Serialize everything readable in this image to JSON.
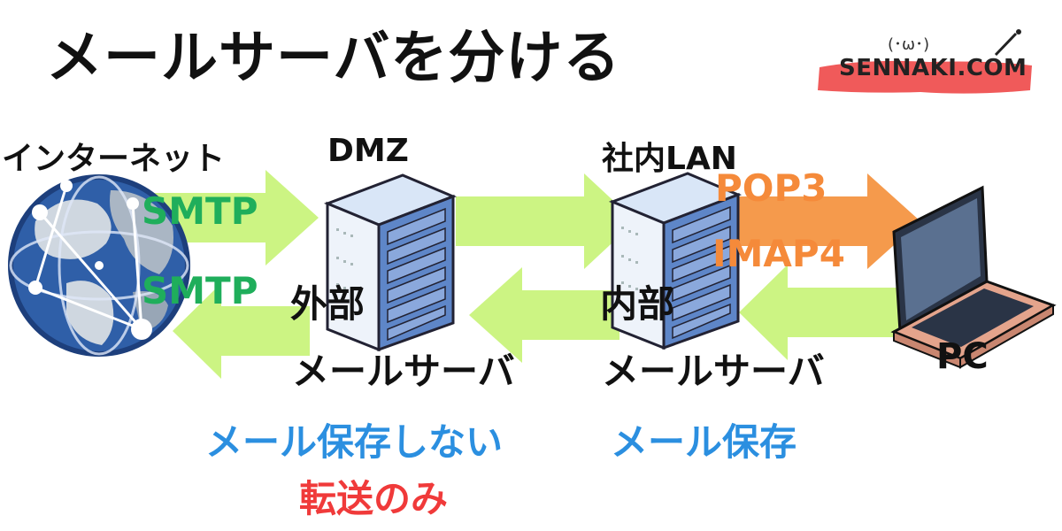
{
  "title": "メールサーバを分ける",
  "logo": {
    "text": "SENNAKI.COM",
    "face": "(･ω･)"
  },
  "zones": {
    "internet": "インターネット",
    "dmz": "DMZ",
    "lan": "社内LAN"
  },
  "protocols": {
    "smtp_in": "SMTP",
    "smtp_out": "SMTP",
    "pop3": "POP3",
    "imap4": "IMAP4"
  },
  "servers": {
    "external": {
      "tag": "外部",
      "name": "メールサーバ"
    },
    "internal": {
      "tag": "内部",
      "name": "メールサーバ"
    }
  },
  "notes": {
    "external_1": "メール保存しない",
    "external_2": "転送のみ",
    "internal": "メール保存"
  },
  "pc": "PC",
  "colors": {
    "arrow_green": "#ccf483",
    "arrow_orange": "#f59a4c",
    "text_green": "#1fae5b",
    "text_orange": "#f58a3a",
    "text_blue": "#2b8fe0",
    "text_red": "#f03a3a",
    "logo_red": "#f05a5a"
  },
  "icons": [
    "globe-icon",
    "server-rack-icon",
    "laptop-icon"
  ]
}
